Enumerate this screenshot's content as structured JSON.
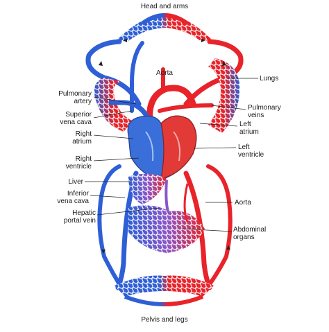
{
  "labels": {
    "head_and_arms": "Head and arms",
    "aorta_top": "Aorta",
    "lungs": "Lungs",
    "pulmonary_artery": [
      "Pulmonary",
      "artery"
    ],
    "superior_vena_cava": [
      "Superior",
      "vena cava"
    ],
    "pulmonary_veins": [
      "Pulmonary",
      "veins"
    ],
    "left_atrium": [
      "Left",
      "atrium"
    ],
    "right_atrium": [
      "Right",
      "atrium"
    ],
    "left_ventricle": [
      "Left",
      "ventricle"
    ],
    "right_ventricle": [
      "Right",
      "ventricle"
    ],
    "liver": "Liver",
    "inferior_vena_cava": [
      "Inferior",
      "vena cava"
    ],
    "aorta_mid": "Aorta",
    "hepatic_portal_vein": [
      "Hepatic",
      "portal vein"
    ],
    "abdominal_organs": [
      "Abdominal",
      "organs"
    ],
    "pelvis_and_legs": "Pelvis and legs"
  },
  "colors": {
    "oxygenated": "#e8232a",
    "deoxygenated": "#2f5fd6",
    "portal": "#8a56c8",
    "heart_right": "#3a6ed8",
    "heart_left": "#e23a36",
    "leader": "#222222"
  }
}
